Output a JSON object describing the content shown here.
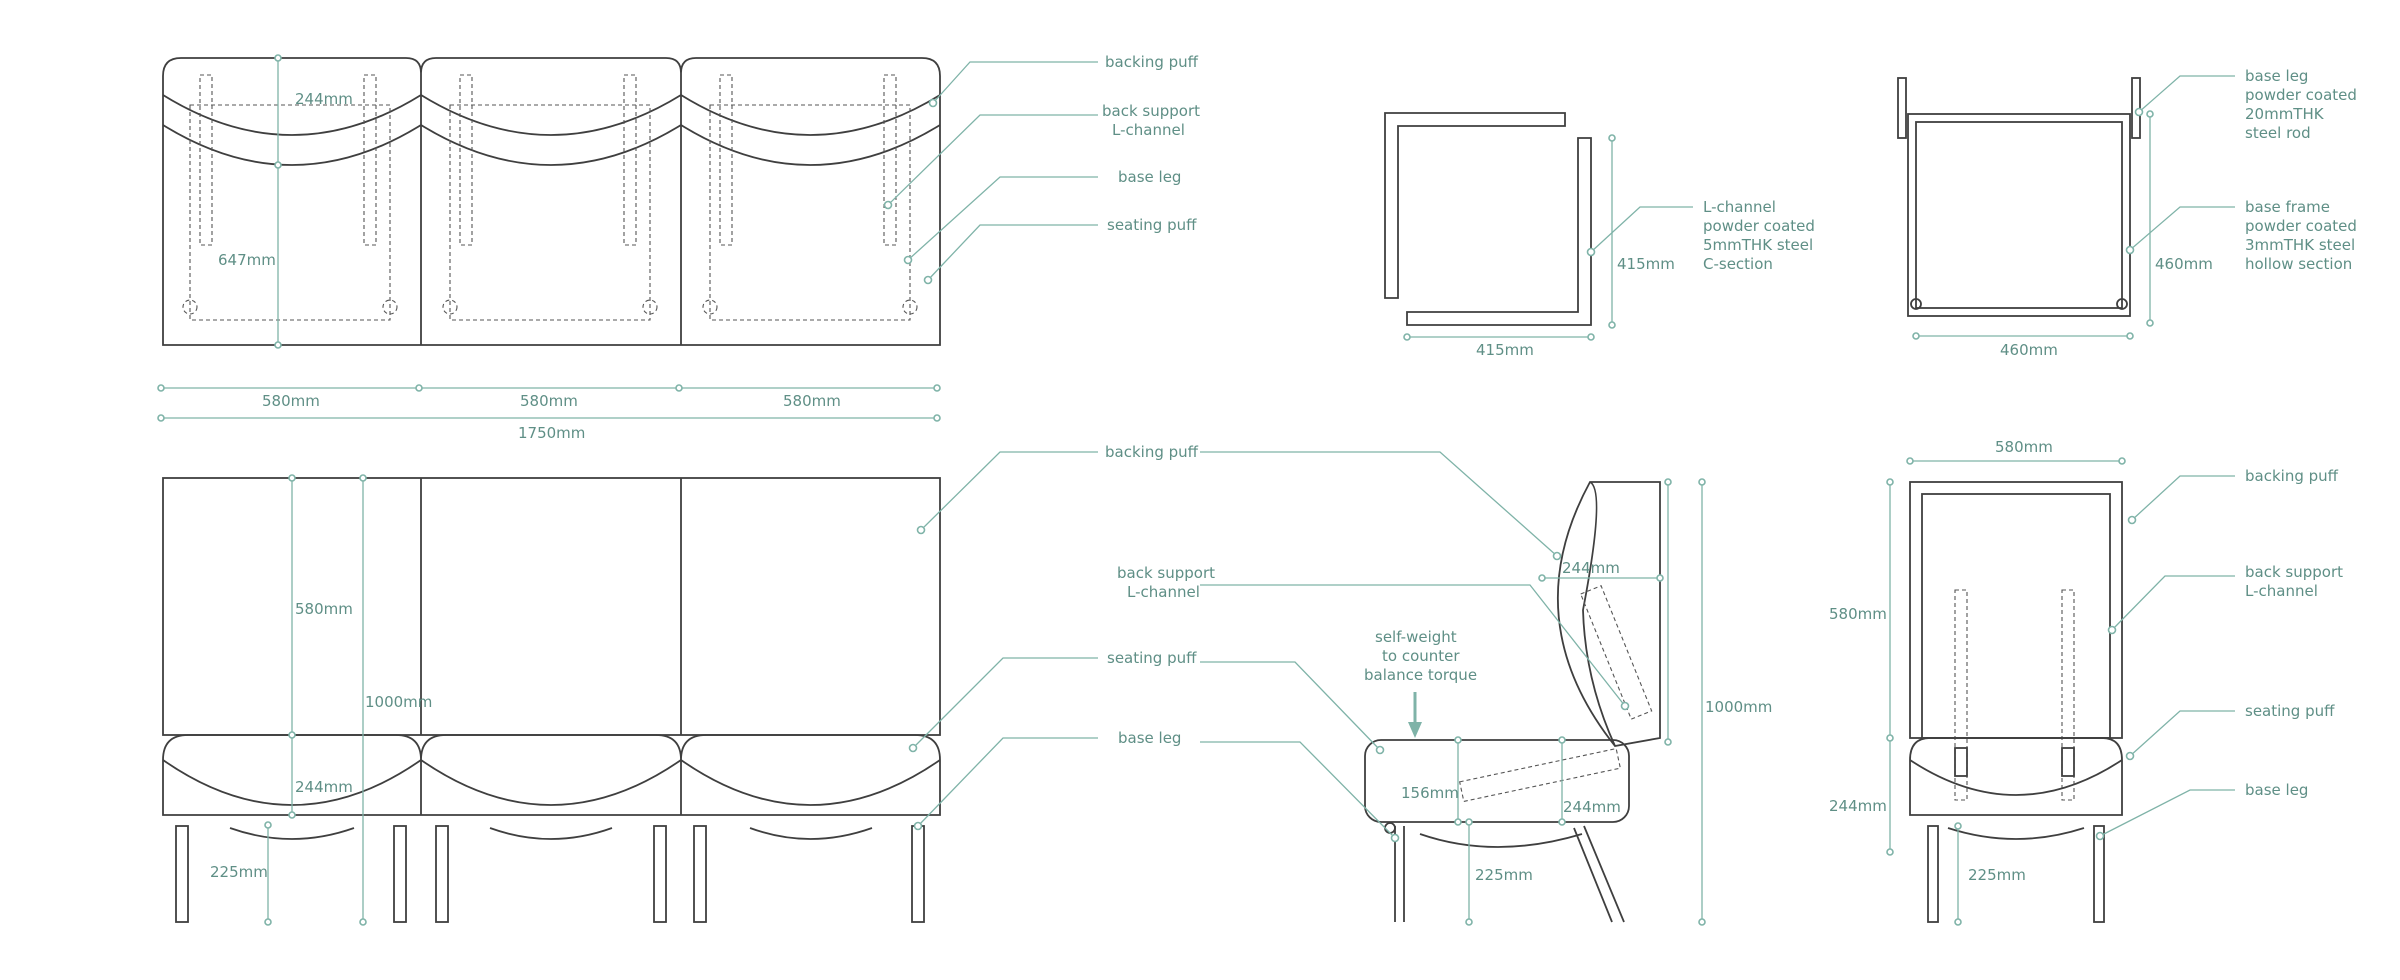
{
  "labels": {
    "backing_puff": "backing puff",
    "back_support": [
      "back support",
      "L-channel"
    ],
    "base_leg": "base leg",
    "seating_puff": "seating puff",
    "lchannel_spec": [
      "L-channel",
      "powder coated",
      "5mmTHK steel",
      "C-section"
    ],
    "baseleg_spec": [
      "base leg",
      "powder coated",
      "20mmTHK",
      "steel rod"
    ],
    "baseframe_spec": [
      "base frame",
      "powder coated",
      "3mmTHK steel",
      "hollow section"
    ],
    "self_weight": [
      "self-weight",
      "to counter",
      "balance torque"
    ]
  },
  "dims": {
    "d244": "244mm",
    "d647": "647mm",
    "d580": "580mm",
    "d1750": "1750mm",
    "d415": "415mm",
    "d460": "460mm",
    "d1000": "1000mm",
    "d225": "225mm",
    "d156": "156mm"
  }
}
